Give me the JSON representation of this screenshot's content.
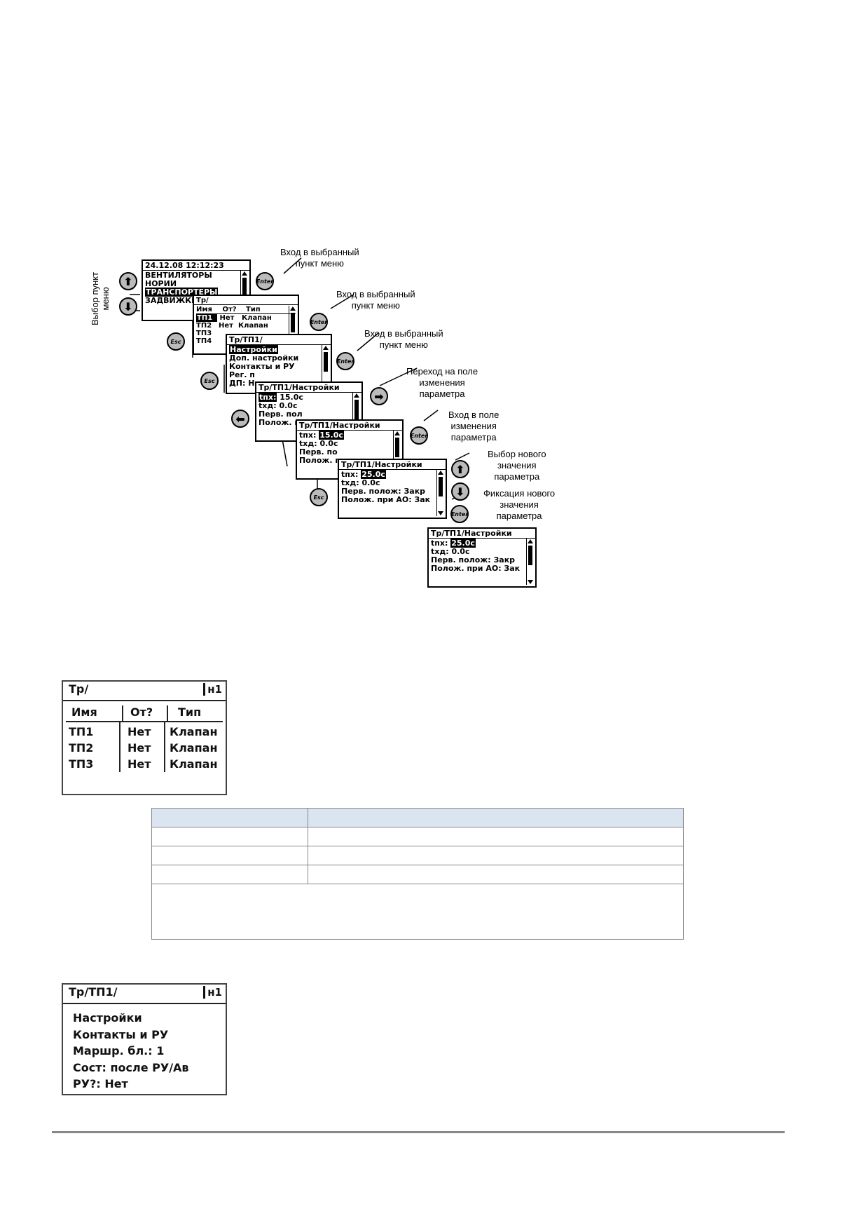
{
  "diagram": {
    "screen1": {
      "title": "24.12.08 12:12:23",
      "items": [
        "ВЕНТИЛЯТОРЫ",
        "НОРИИ",
        "ТРАНСПОРТЕРЫ",
        "ЗАДВИЖКИ"
      ]
    },
    "screen2": {
      "title": "Тр/",
      "headers": [
        "Имя",
        "От?",
        "Тип"
      ],
      "rows": [
        [
          "ТП1",
          "Нет",
          "Клапан"
        ],
        [
          "ТП2",
          "Нет",
          "Клапан"
        ],
        [
          "ТП3",
          "",
          ""
        ],
        [
          "ТП4",
          "",
          ""
        ]
      ]
    },
    "screen3": {
      "title": "Тр/ТП1/",
      "items": [
        "Настройки",
        "Доп. настройки",
        "Контакты и РУ",
        "Рег. п",
        "ДП: Н"
      ]
    },
    "screen4": {
      "title": "Тр/ТП1/Настройки",
      "lines": [
        "tпх:",
        "15.0с",
        "tхд: 0.0с",
        "Перв. пол",
        "Полож. п"
      ]
    },
    "screen5": {
      "title": "Тр/ТП1/Настройки",
      "lines": [
        "tпх:",
        "15.0с",
        "tхд: 0.0с",
        "Перв. по",
        "Полож. п"
      ]
    },
    "screen6": {
      "title": "Тр/ТП1/Настройки",
      "lines": [
        "tпх:",
        "25.0с",
        "tхд: 0.0с",
        "Перв. полож: Закр",
        "Полож. при АО: Зак"
      ]
    },
    "screen7": {
      "title": "Тр/ТП1/Настройки",
      "lines": [
        "tпх:",
        "25.0с",
        "tхд: 0.0с",
        "Перв. полож: Закр",
        "Полож. при АО: Зак"
      ]
    },
    "keys": {
      "enter": "Enter",
      "esc": "Esc",
      "up": "⬆",
      "down": "⬇",
      "left": "⬅",
      "right": "➡"
    },
    "notes": {
      "select": "Выбор пункт\nменю",
      "enter1": "Вход в выбранный\nпункт меню",
      "enter2": "Вход в выбранный\nпункт меню",
      "enter3": "Вход в выбранный\nпункт меню",
      "goto_field": "Переход на поле\nизменения\nпараметра",
      "enter_field": "Вход в поле\nизменения\nпараметра",
      "select_value": "Выбор нового\nзначения\nпараметра",
      "fix_value": "Фиксация нового\nзначения\nпараметра"
    }
  },
  "panel1": {
    "title": "Тр/",
    "badge": "н1",
    "headers": [
      "Имя",
      "От?",
      "Тип"
    ],
    "rows": [
      [
        "ТП1",
        "Нет",
        "Клапан"
      ],
      [
        "ТП2",
        "Нет",
        "Клапан"
      ],
      [
        "ТП3",
        "Нет",
        "Клапан"
      ]
    ]
  },
  "panel2": {
    "title": "Тр/ТП1/",
    "badge": "н1",
    "items": [
      "Настройки",
      "Контакты и РУ",
      "Маршр. бл.: 1",
      "Сост: после РУ/Ав",
      "РУ?: Нет"
    ]
  }
}
